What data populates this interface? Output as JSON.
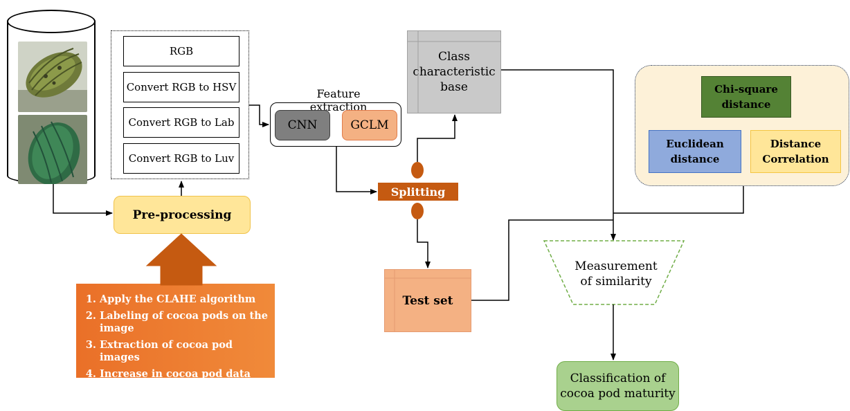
{
  "preprocess": {
    "color_spaces": [
      "RGB",
      "Convert RGB to HSV",
      "Convert RGB to Lab",
      "Convert RGB to Luv"
    ],
    "label": "Pre-processing",
    "steps": [
      "Apply the CLAHE algorithm",
      "Labeling of cocoa pods on the image",
      "Extraction of cocoa pod images",
      "Increase in cocoa pod data"
    ]
  },
  "feature_extraction": {
    "title": "Feature extraction",
    "methods": [
      "CNN",
      "GCLM"
    ]
  },
  "class_base": {
    "line1": "Class",
    "line2": "characteristic",
    "line3": "base"
  },
  "splitting": "Splitting",
  "test_set": "Test set",
  "distances": {
    "chi_line1": "Chi-square",
    "chi_line2": "distance",
    "euc_line1": "Euclidean",
    "euc_line2": "distance",
    "dcor_line1": "Distance",
    "dcor_line2": "Correlation"
  },
  "similarity": {
    "line1": "Measurement",
    "line2": "of similarity"
  },
  "classification": {
    "line1": "Classification of",
    "line2": "cocoa pod maturity"
  },
  "colors": {
    "preprocess_fill": "#ffe699",
    "steps_fill": "#ed7d31",
    "cnn_fill": "#7f7f7f",
    "gclm_fill": "#f4b183",
    "splitting_fill": "#c55a11",
    "chi_fill": "#548235",
    "euclidean_fill": "#8faadc",
    "dcor_fill": "#ffe699",
    "classification_fill": "#a9d18e",
    "similarity_border": "#70ad47"
  }
}
